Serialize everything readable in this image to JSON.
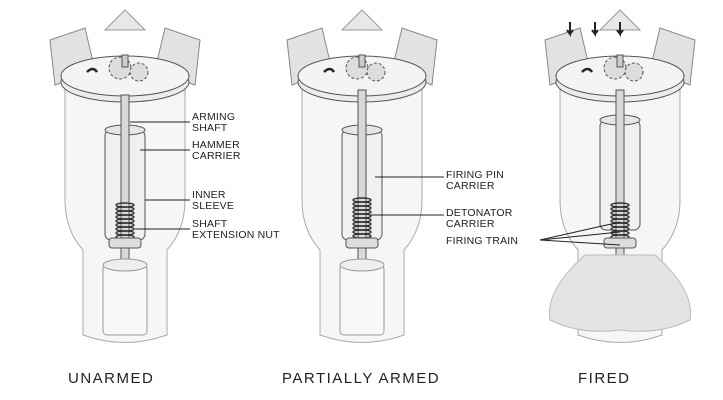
{
  "figures": [
    {
      "caption": "UNARMED",
      "labels": [
        "ARMING\nSHAFT",
        "HAMMER\nCARRIER",
        "INNER\nSLEEVE",
        "SHAFT\nEXTENSION NUT"
      ]
    },
    {
      "caption": "PARTIALLY ARMED",
      "labels": [
        "FIRING PIN\nCARRIER",
        "DETONATOR\nCARRIER",
        "FIRING TRAIN"
      ]
    },
    {
      "caption": "FIRED",
      "labels": []
    }
  ]
}
